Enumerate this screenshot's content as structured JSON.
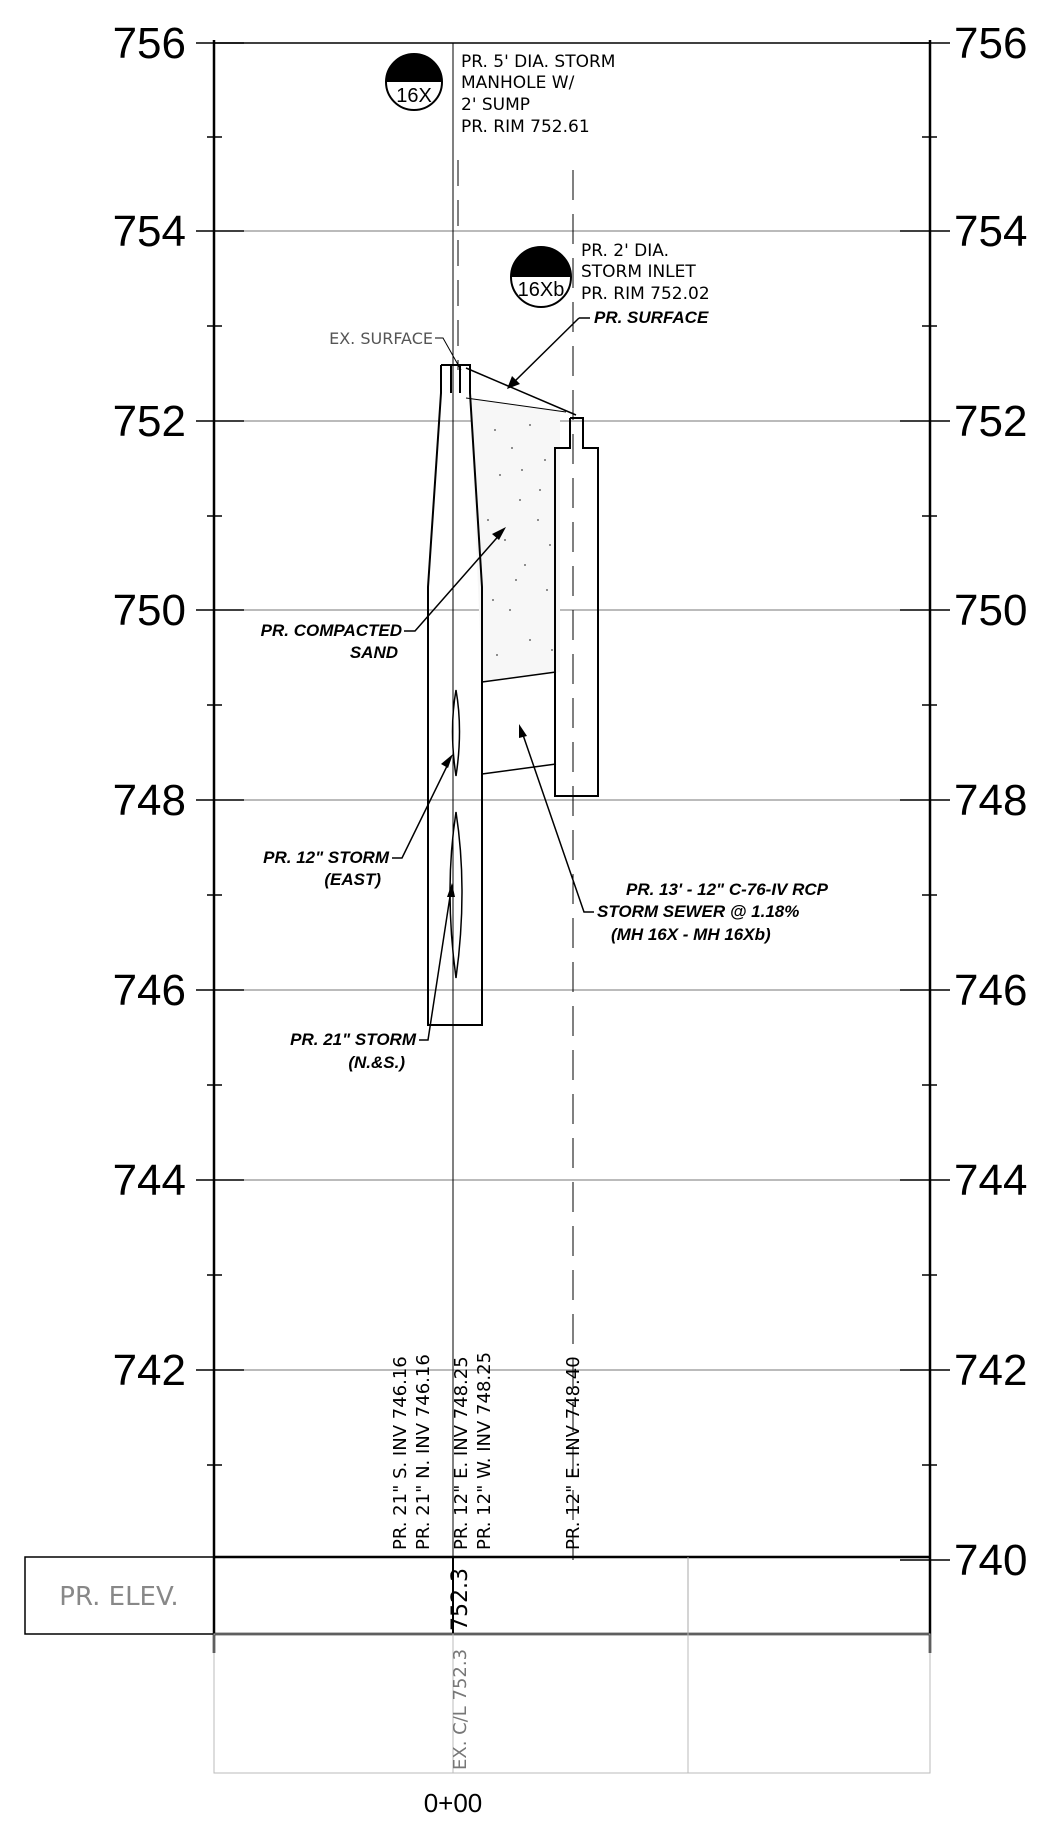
{
  "elevation_labels": {
    "e756": "756",
    "e754": "754",
    "e752": "752",
    "e750": "750",
    "e748": "748",
    "e746": "746",
    "e744": "744",
    "e742": "742",
    "e740": "740"
  },
  "structures": {
    "mh16x": {
      "tag": "16X",
      "note_lines": [
        "PR. 5' DIA. STORM",
        "MANHOLE W/",
        "2' SUMP",
        "PR. RIM 752.61"
      ]
    },
    "inlet16xb": {
      "tag": "16Xb",
      "note_lines": [
        "PR. 2' DIA.",
        "STORM INLET",
        "PR. RIM 752.02"
      ]
    }
  },
  "callouts": {
    "pr_surface": "PR. SURFACE",
    "ex_surface": "EX. SURFACE",
    "compacted_sand": [
      "PR. COMPACTED",
      "SAND"
    ],
    "storm12": [
      "PR. 12\" STORM",
      "(EAST)"
    ],
    "storm21": [
      "PR. 21\" STORM",
      "(N.&S.)"
    ],
    "rcp": [
      "PR. 13' - 12\" C-76-IV RCP",
      "STORM SEWER @ 1.18%",
      "(MH 16X - MH 16Xb)"
    ]
  },
  "inverts": {
    "inv1": "PR. 21\" S. INV 746.16",
    "inv2": "PR. 21\" N. INV 746.16",
    "inv3": "PR. 12\" E. INV 748.25",
    "inv4": "PR. 12\" W. INV 748.25",
    "inv5": "PR. 12\" E. INV 748.40"
  },
  "table": {
    "row_label": "PR. ELEV.",
    "pr_elev_value": "752.3",
    "ex_value": "EX. C/L 752.3",
    "station": "0+00"
  }
}
